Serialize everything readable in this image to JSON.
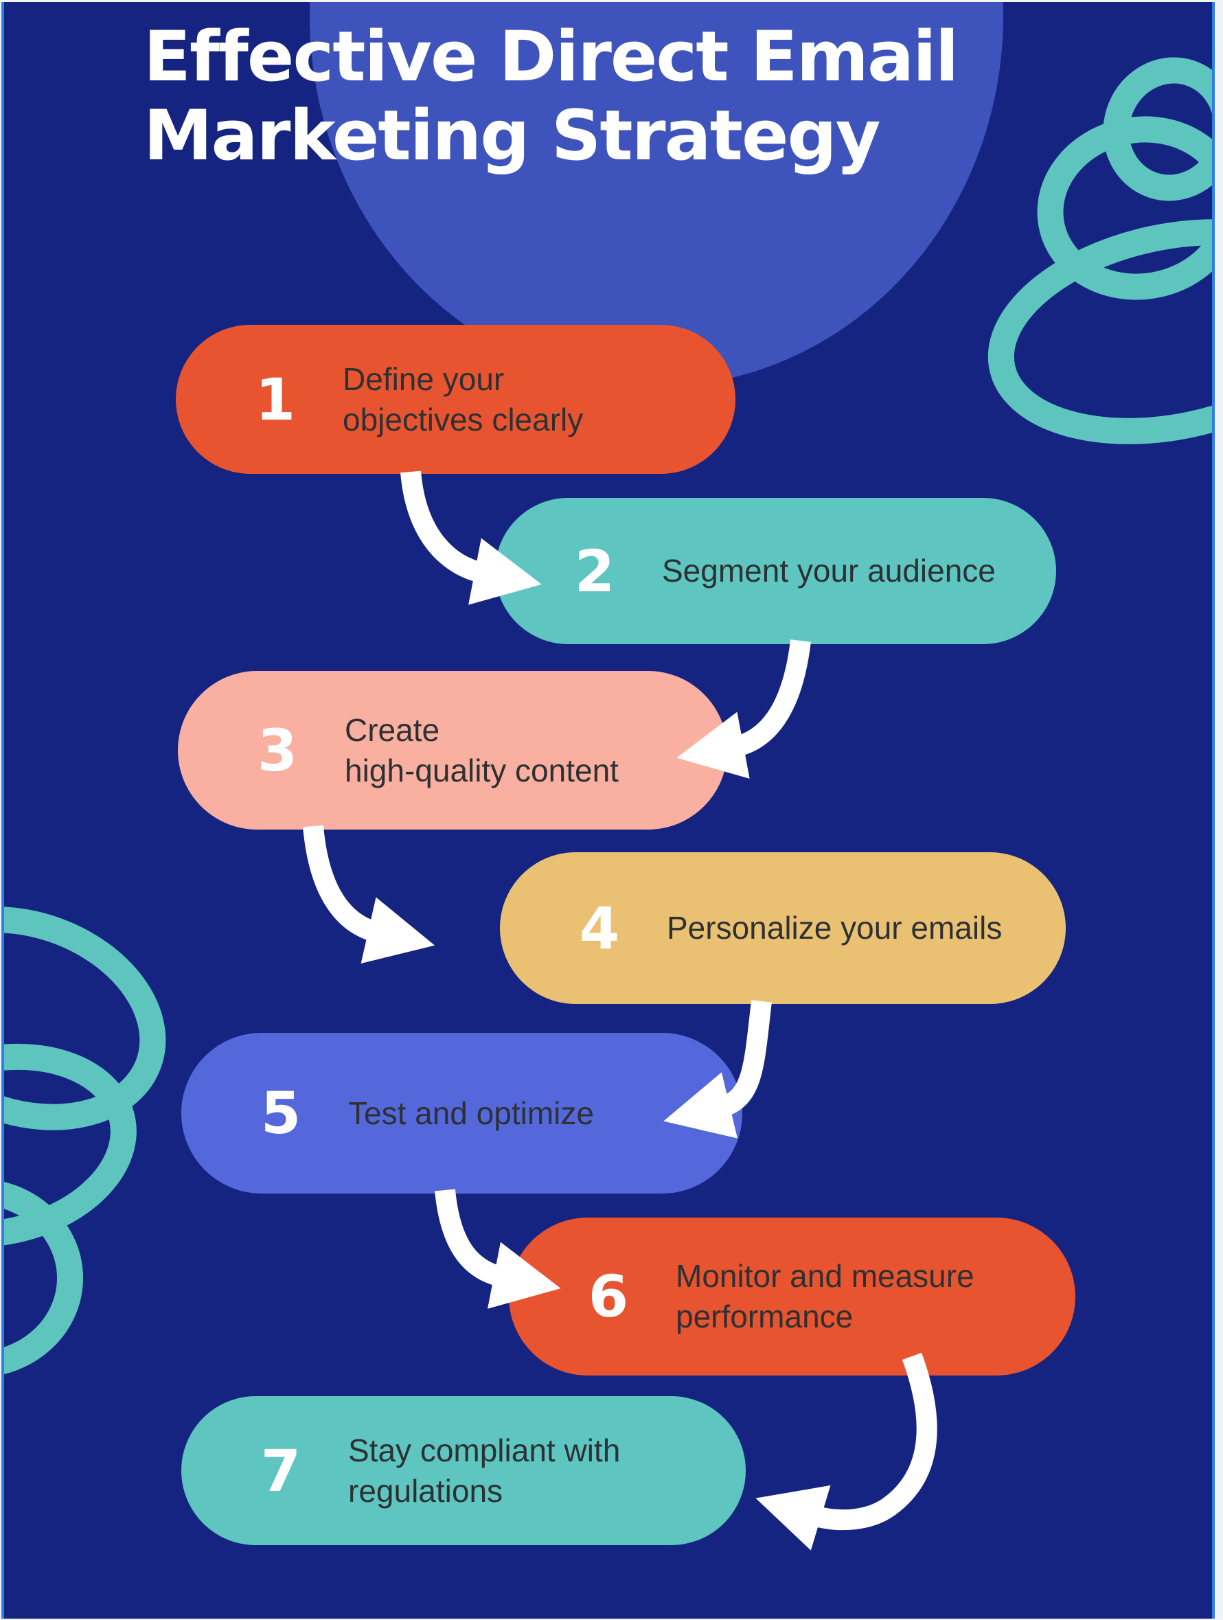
{
  "title": {
    "line1": "Effective Direct Email",
    "line2": "Marketing Strategy"
  },
  "steps": [
    {
      "number": "1",
      "label": "Define your\nobjectives clearly",
      "color": "#E8542F"
    },
    {
      "number": "2",
      "label": "Segment your audience",
      "color": "#5EC5C0"
    },
    {
      "number": "3",
      "label": "Create\nhigh-quality content",
      "color": "#F9B0A0"
    },
    {
      "number": "4",
      "label": "Personalize your emails",
      "color": "#EAC173"
    },
    {
      "number": "5",
      "label": "Test and optimize",
      "color": "#5468DC"
    },
    {
      "number": "6",
      "label": "Monitor and measure\nperformance",
      "color": "#E8542F"
    },
    {
      "number": "7",
      "label": "Stay compliant with\nregulations",
      "color": "#5EC5C0"
    }
  ],
  "colors": {
    "background": "#152480",
    "title_text": "#FFFFFF",
    "blob": "#3E54BC",
    "scribble": "#5EC5BE",
    "arrow": "#FFFFFF",
    "step_text": "#2E3134",
    "step_number": "#FFFFFF",
    "edge_border": "#2B7DE9",
    "edge_gutter": "#F2F3F5"
  }
}
